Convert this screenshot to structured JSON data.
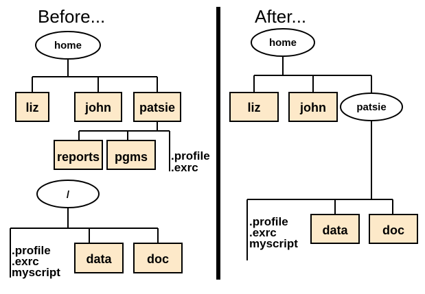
{
  "before": {
    "heading": "Before...",
    "root": "home",
    "children": [
      "liz",
      "john",
      "patsie"
    ],
    "patsie_children": [
      "reports",
      "pgms"
    ],
    "patsie_files": [
      ".profile",
      ".exrc"
    ],
    "slash_root": "/",
    "slash_files": [
      ".profile",
      ".exrc",
      "myscript"
    ],
    "slash_children": [
      "data",
      "doc"
    ]
  },
  "after": {
    "heading": "After...",
    "root": "home",
    "children": [
      "liz",
      "john",
      "patsie"
    ],
    "patsie_files": [
      ".profile",
      ".exrc",
      "myscript"
    ],
    "patsie_children": [
      "data",
      "doc"
    ]
  },
  "colors": {
    "box_fill": "#fde9c9",
    "oval_fill": "#ffffff",
    "line": "#000000"
  }
}
